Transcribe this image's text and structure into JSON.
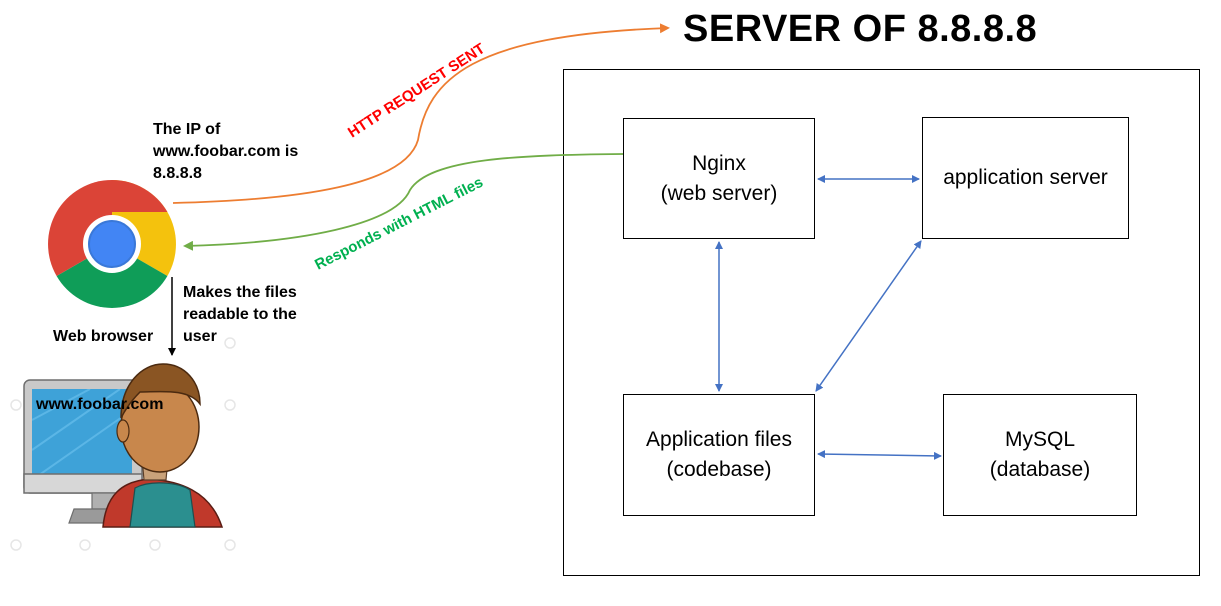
{
  "title": "SERVER OF 8.8.8.8",
  "labels": {
    "http_request": "HTTP REQUEST SENT",
    "responds": "Responds with HTML files",
    "ip_note": [
      "The IP of",
      "www.foobar.com is",
      "8.8.8.8"
    ],
    "files_note": [
      "Makes the files",
      "readable to the",
      "user"
    ],
    "web_browser": "Web browser",
    "screen_url": "www.foobar.com"
  },
  "boxes": {
    "nginx": {
      "line1": "Nginx",
      "line2": "(web server)"
    },
    "app_server": {
      "line1": "application server"
    },
    "app_files": {
      "line1": "Application files",
      "line2": "(codebase)"
    },
    "mysql": {
      "line1": "MySQL",
      "line2": "(database)"
    }
  },
  "colors": {
    "request_arrow": "#ed7d31",
    "response_arrow": "#70ad47",
    "request_text": "#ff0000",
    "response_text": "#00b050",
    "connector": "#4472c4",
    "chrome_red": "#db4437",
    "chrome_yellow": "#f4c20d",
    "chrome_green": "#0f9d58",
    "chrome_blue": "#4285f4"
  },
  "icons": [
    "chrome-browser-icon",
    "desktop-computer-icon",
    "user-person-icon"
  ]
}
